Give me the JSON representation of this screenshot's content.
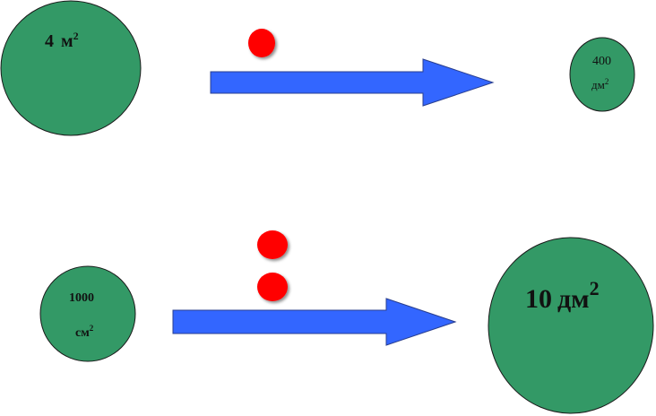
{
  "colors": {
    "circle_fill": "#339966",
    "circle_stroke": "#1a1a1a",
    "arrow_fill": "#3366ff",
    "arrow_stroke": "#2a3f8f",
    "dot_fill": "#ff0000"
  },
  "row1": {
    "left_value": "4",
    "left_unit": "м",
    "left_exp": "2",
    "right_value": "400",
    "right_unit": "дм",
    "right_exp": "2",
    "dots": 1
  },
  "row2": {
    "left_value": "1000",
    "left_unit": "см",
    "left_exp": "2",
    "right_value": "10",
    "right_unit": "дм",
    "right_exp": "2",
    "dots": 2
  }
}
